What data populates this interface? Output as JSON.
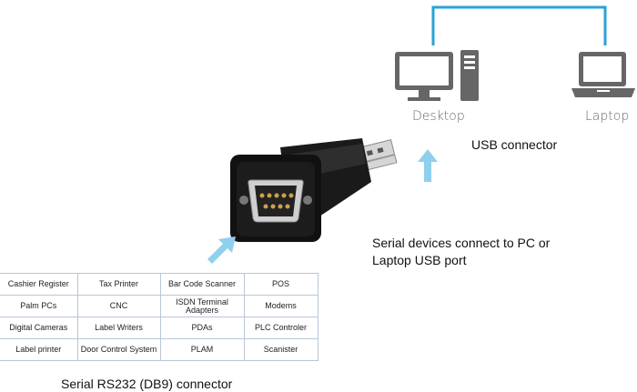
{
  "network": {
    "desktop_label": "Desktop",
    "laptop_label": "Laptop",
    "usb_label": "USB connector",
    "link_color": "#29a3d6"
  },
  "adapter": {
    "caption_line1": "Serial devices connect to PC or",
    "caption_line2": "Laptop USB port",
    "bottom_caption": "Serial RS232 (DB9) connector",
    "arrow_color": "#8fd0ef"
  },
  "devices": {
    "rows": [
      [
        "Cashier Register",
        "Tax Printer",
        "Bar Code Scanner",
        "POS"
      ],
      [
        "Palm PCs",
        "CNC",
        "ISDN Terminal Adapters",
        "Modems"
      ],
      [
        "Digital Cameras",
        "Label Writers",
        "PDAs",
        "PLC Controler"
      ],
      [
        "Label printer",
        "Door Control System",
        "PLAM",
        "Scanister"
      ]
    ]
  }
}
